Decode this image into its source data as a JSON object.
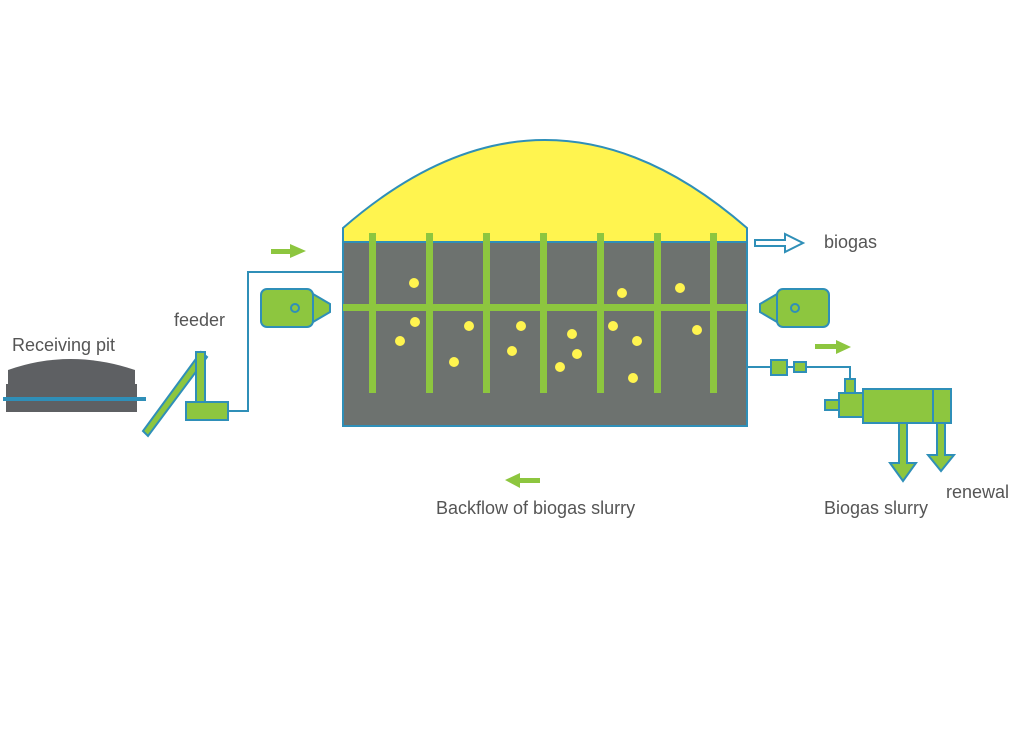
{
  "labels": {
    "receiving_pit": "Receiving pit",
    "feeder": "feeder",
    "biogas": "biogas",
    "backflow": "Backflow of biogas slurry",
    "biogas_slurry": "Biogas slurry",
    "renewal": "renewal"
  },
  "colors": {
    "green": "#8dc63f",
    "tank_gray": "#6d726f",
    "dome_yellow": "#fff44f",
    "outline_blue": "#2f8fb8",
    "pit_dark": "#5e6063",
    "bubble": "#fff44f",
    "text": "#555555"
  }
}
